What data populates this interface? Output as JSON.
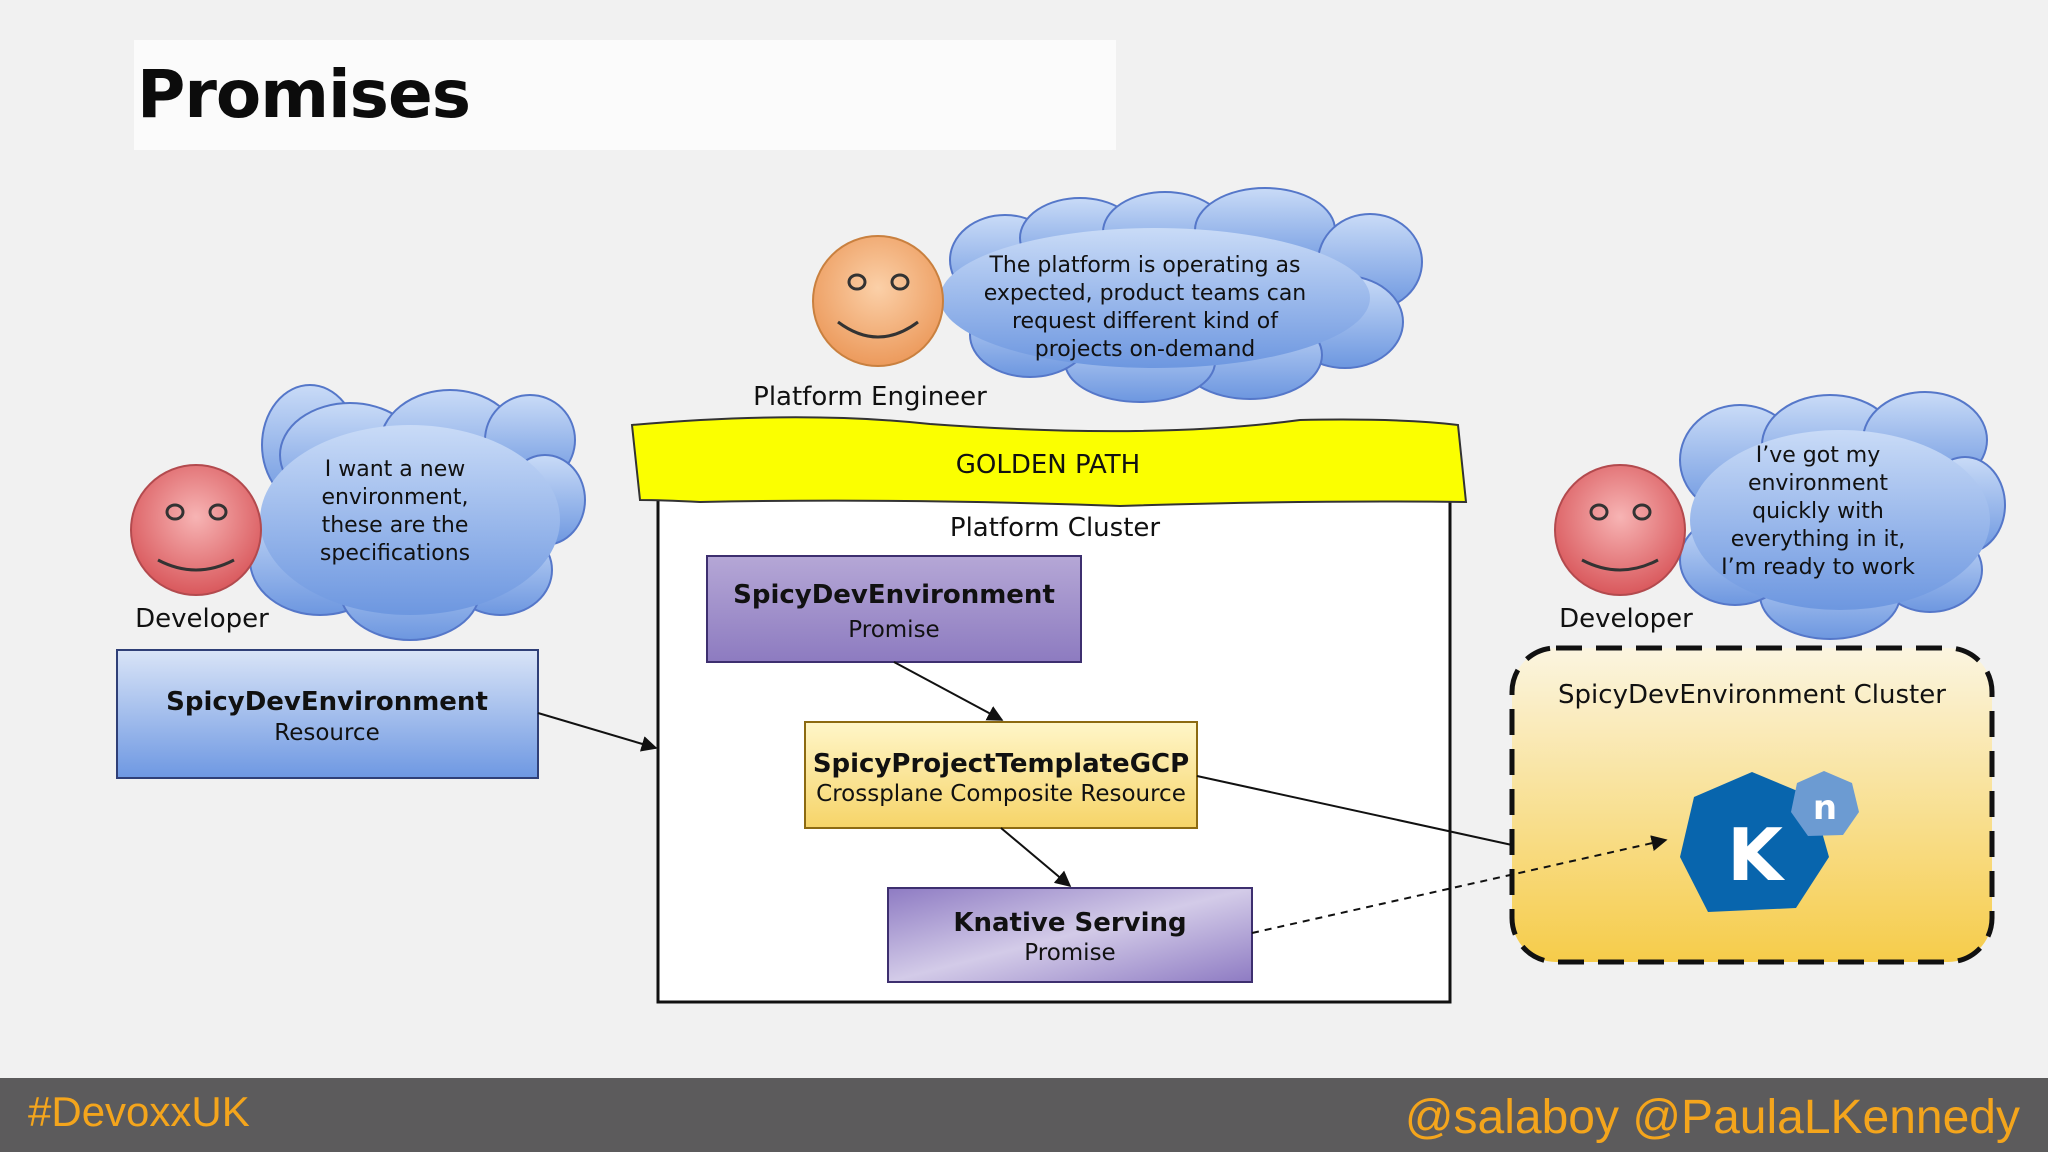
{
  "slide": {
    "title": "Promises",
    "footer": {
      "hashtag": "#DevoxxUK",
      "handles": "@salaboy  @PaulaLKennedy"
    }
  },
  "diagram": {
    "platform_engineer": {
      "label": "Platform Engineer",
      "bubble_lines": [
        "The platform is operating as",
        "expected, product teams can",
        "request different kind of",
        "projects on-demand"
      ]
    },
    "developer_left": {
      "label": "Developer",
      "bubble_lines": [
        "I want a new",
        "environment,",
        "these are the",
        "specifications"
      ]
    },
    "developer_right": {
      "label": "Developer",
      "bubble_lines": [
        "I’ve got my",
        "environment",
        "quickly with",
        "everything in it,",
        "I’m ready to work"
      ]
    },
    "golden_path": {
      "label": "GOLDEN PATH"
    },
    "platform_cluster": {
      "label": "Platform Cluster"
    },
    "resource_box": {
      "name": "SpicyDevEnvironment",
      "kind": "Resource"
    },
    "promise_box": {
      "name": "SpicyDevEnvironment",
      "kind": "Promise"
    },
    "composite_box": {
      "name": "SpicyProjectTemplateGCP",
      "kind": "Crossplane Composite Resource"
    },
    "knative_box": {
      "name": "Knative Serving",
      "kind": "Promise"
    },
    "dev_cluster": {
      "label": "SpicyDevEnvironment Cluster",
      "logo_main": "K",
      "logo_badge": "n"
    },
    "colors": {
      "golden_path": "#fbff00",
      "bubble_blue": "#8fb0ea",
      "sad_face": "#e06f72",
      "happy_face": "#f2ab7a",
      "knative_blue": "#0865ad",
      "footer_text": "#f4a51c"
    }
  }
}
